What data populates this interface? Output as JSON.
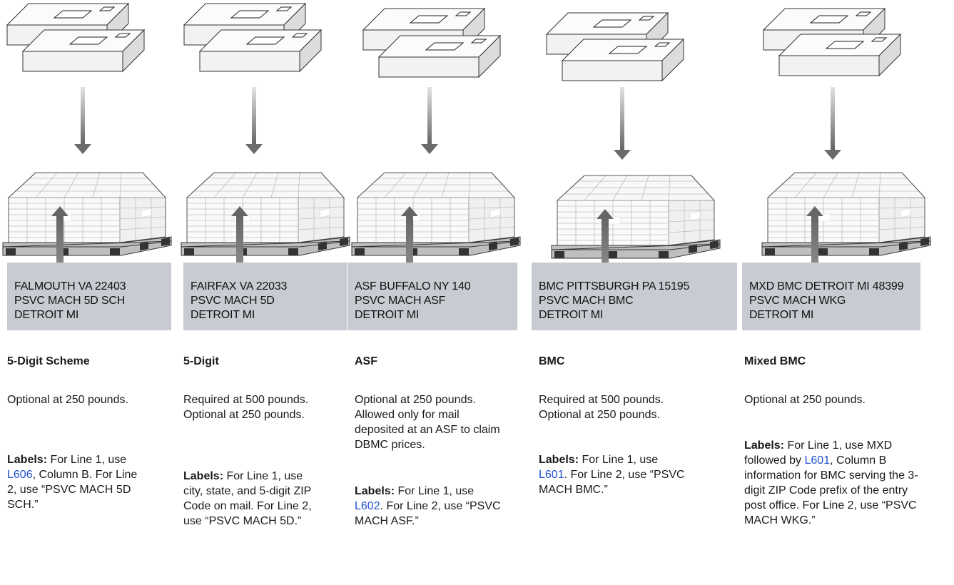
{
  "columns": [
    {
      "box_lines": [
        "FALMOUTH VA 22403",
        "PSVC MACH 5D SCH",
        "DETROIT MI"
      ],
      "title": "5-Digit Scheme",
      "description": "Optional at 250 pounds.",
      "labels_heading": "Labels:",
      "labels_pre": " For Line 1, use ",
      "labels_ref": "L606",
      "labels_post": ", Column B. For Line 2, use “PSVC MACH 5D SCH.”"
    },
    {
      "box_lines": [
        "FAIRFAX VA 22033",
        "PSVC MACH 5D",
        "DETROIT MI"
      ],
      "title": "5-Digit",
      "description": "Required at 500 pounds. Optional at 250 pounds.",
      "labels_heading": "Labels:",
      "labels_pre": " For Line 1, use city, state, and 5-digit ZIP Code on mail. For Line 2, use “PSVC MACH 5D.”",
      "labels_ref": "",
      "labels_post": ""
    },
    {
      "box_lines": [
        "ASF BUFFALO NY 140",
        "PSVC MACH ASF",
        "DETROIT MI"
      ],
      "title": "ASF",
      "description": "Optional at 250 pounds. Allowed only for mail deposited at an ASF to claim DBMC prices.",
      "labels_heading": "Labels:",
      "labels_pre": " For Line 1, use ",
      "labels_ref": "L602",
      "labels_post": ". For Line 2, use “PSVC MACH ASF.”"
    },
    {
      "box_lines": [
        "BMC PITTSBURGH PA 15195",
        "PSVC MACH BMC",
        "DETROIT MI"
      ],
      "title": "BMC",
      "description": "Required at 500 pounds. Optional at 250 pounds.",
      "labels_heading": "Labels:",
      "labels_pre": " For Line 1, use ",
      "labels_ref": "L601",
      "labels_post": ". For Line 2, use “PSVC MACH BMC.”"
    },
    {
      "box_lines": [
        "MXD BMC DETROIT MI 48399",
        "PSVC MACH  WKG",
        "DETROIT MI"
      ],
      "title": "Mixed BMC",
      "description": "Optional at 250 pounds.",
      "labels_heading": "Labels:",
      "labels_pre": " For Line 1, use MXD followed by ",
      "labels_ref": "L601",
      "labels_post": ", Column B information for BMC serving the 3-digit ZIP Code prefix of the entry post office. For Line 2, use “PSVC MACH WKG.”"
    }
  ],
  "colors": {
    "label_box": "#c8cbd1",
    "reference_link": "#1f4fd1",
    "arrow": "#7a7a7a"
  }
}
